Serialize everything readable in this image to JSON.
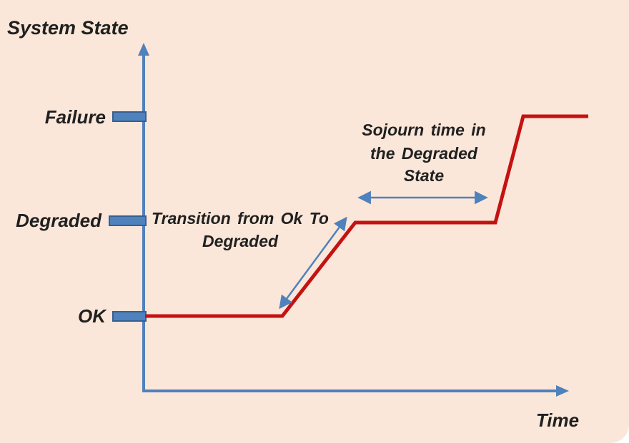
{
  "colors": {
    "background": "#fbe7d9",
    "axis": "#4f81bd",
    "tick_fill": "#4f81bd",
    "tick_border": "#365f91",
    "line": "#c41212",
    "text": "#202020"
  },
  "title": "System State",
  "axes": {
    "x_label": "Time",
    "y_ticks": [
      "Failure",
      "Degraded",
      "OK"
    ]
  },
  "annotations": {
    "transition_line1": "Transition from Ok To",
    "transition_line2": "Degraded",
    "sojourn_line1": "Sojourn time in",
    "sojourn_line2": "the Degraded",
    "sojourn_line3": "State"
  },
  "chart_data": {
    "type": "line",
    "title": "System State",
    "xlabel": "Time",
    "ylabel": "System State",
    "x_axis": "qualitative, no numeric ticks",
    "y_categories": [
      "OK",
      "Degraded",
      "Failure"
    ],
    "series": [
      {
        "name": "system state trajectory",
        "segments": [
          {
            "state": "OK",
            "shape": "flat plateau starting at the y-axis"
          },
          {
            "state": "OK to Degraded",
            "shape": "gradual upward ramp"
          },
          {
            "state": "Degraded",
            "shape": "flat plateau (sojourn time in the degraded state)"
          },
          {
            "state": "Degraded to Failure",
            "shape": "steep upward ramp"
          },
          {
            "state": "Failure",
            "shape": "flat plateau continuing to the right edge"
          }
        ]
      }
    ],
    "annotations": [
      "Transition from Ok To Degraded (double-headed arrow along first ramp)",
      "Sojourn time in the Degraded State (double-headed arrow over degraded plateau)"
    ],
    "legend": "none",
    "grid": "off"
  }
}
